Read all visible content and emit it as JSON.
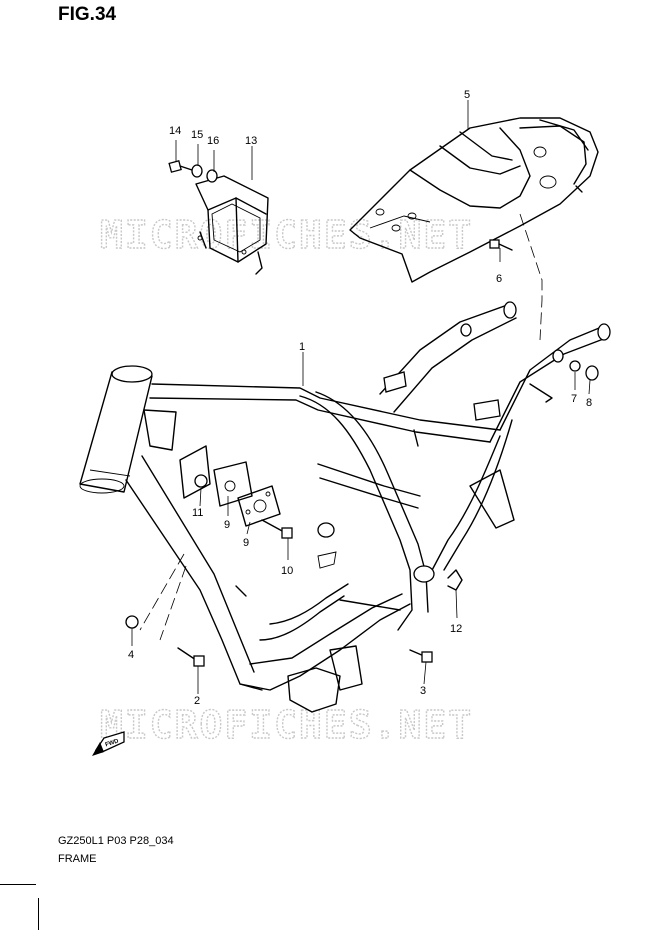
{
  "figure": {
    "title": "FIG.34",
    "model_code": "GZ250L1 P03 P28_034",
    "section_name": "FRAME"
  },
  "watermark": {
    "text": "MICROFICHES.NET",
    "color": "#c8c8c8"
  },
  "fwd_label": "FWD",
  "callouts": [
    "1",
    "2",
    "3",
    "4",
    "5",
    "6",
    "7",
    "8",
    "9",
    "9",
    "10",
    "11",
    "12",
    "13",
    "14",
    "15",
    "16"
  ]
}
